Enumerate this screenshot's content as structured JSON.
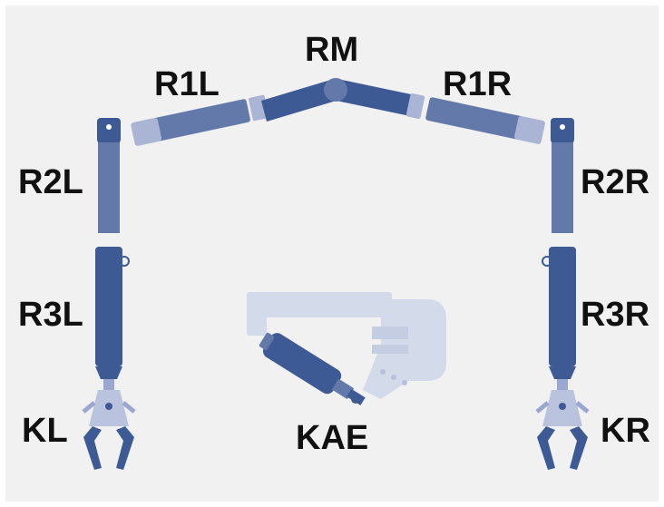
{
  "diagram": {
    "labels": {
      "rm": "RM",
      "r1l": "R1L",
      "r1r": "R1R",
      "r2l": "R2L",
      "r2r": "R2R",
      "r3l": "R3L",
      "r3r": "R3R",
      "kl": "KL",
      "kr": "KR",
      "kae": "KAE"
    },
    "colors": {
      "background": "#f1f1f1",
      "dark_blue": "#3d5a94",
      "mid_blue": "#6379aa",
      "light_blue": "#9aa8cf",
      "ghost_blue": "#d3dae9",
      "label": "#111111"
    }
  }
}
